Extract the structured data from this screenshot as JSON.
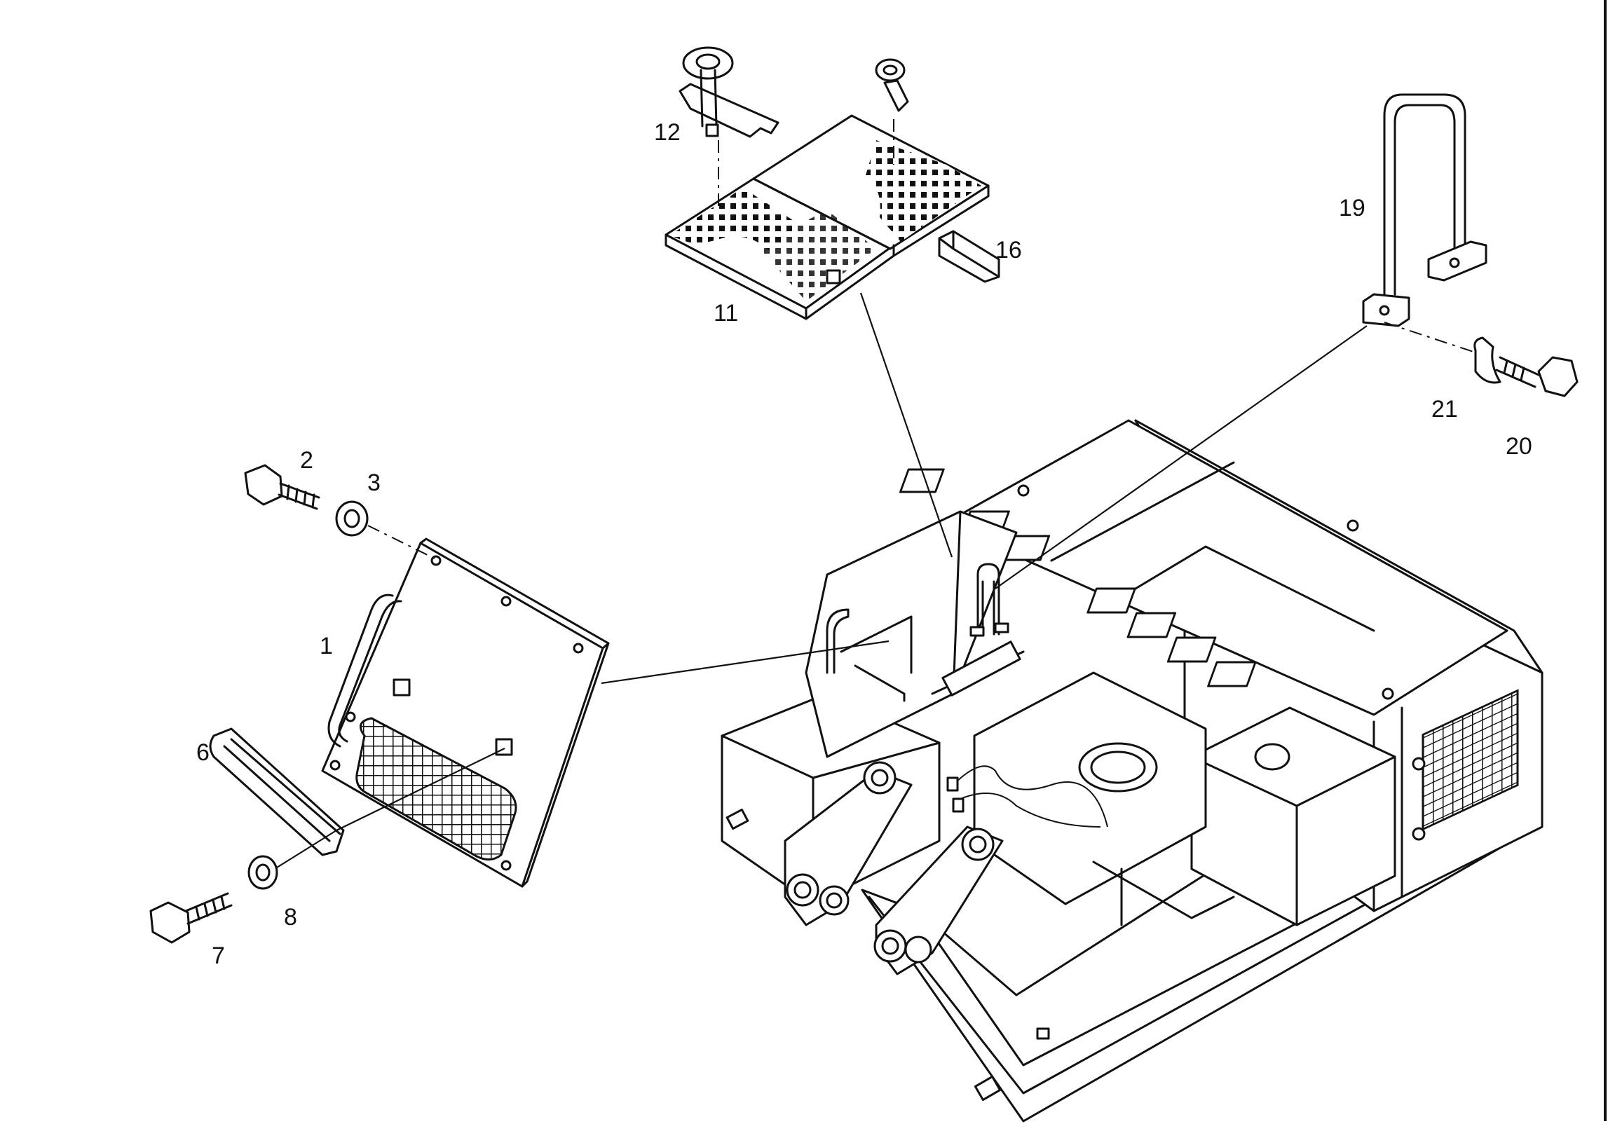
{
  "callouts": {
    "c1": "1",
    "c2": "2",
    "c3": "3",
    "c6": "6",
    "c7": "7",
    "c8": "8",
    "c11": "11",
    "c12": "12",
    "c16": "16",
    "c19": "19",
    "c20": "20",
    "c21": "21"
  }
}
